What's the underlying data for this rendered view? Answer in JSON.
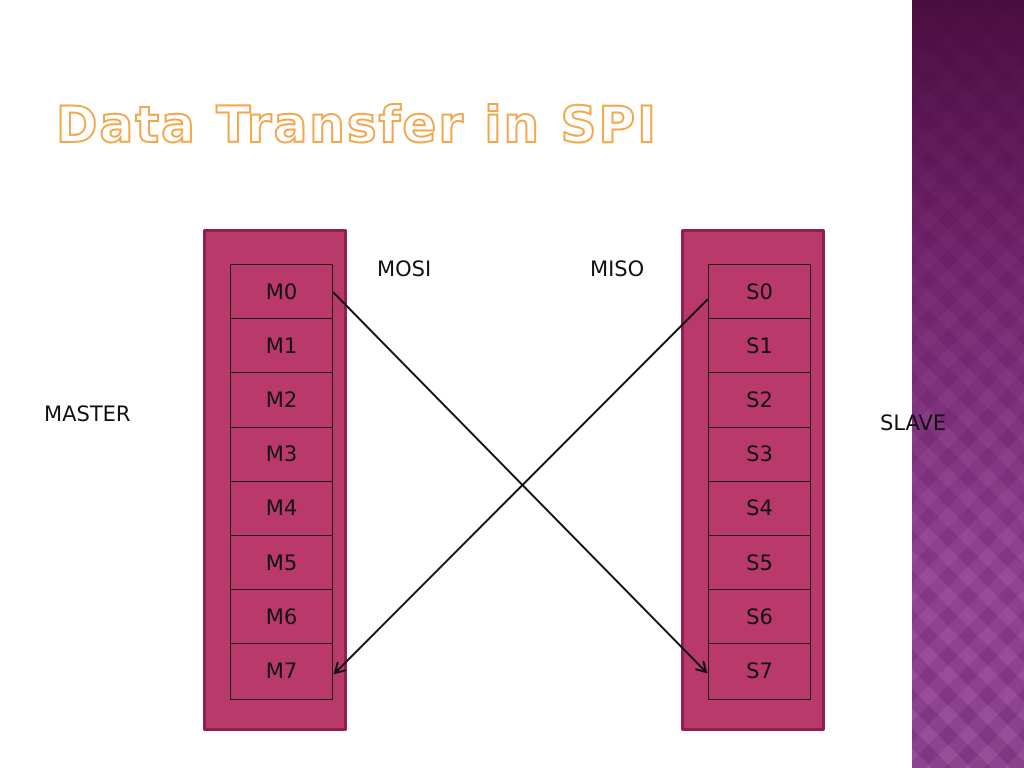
{
  "title": "Data Transfer in SPI",
  "labels": {
    "master": "MASTER",
    "slave": "SLAVE",
    "mosi": "MOSI",
    "miso": "MISO"
  },
  "master_registers": [
    "M0",
    "M1",
    "M2",
    "M3",
    "M4",
    "M5",
    "M6",
    "M7"
  ],
  "slave_registers": [
    "S0",
    "S1",
    "S2",
    "S3",
    "S4",
    "S5",
    "S6",
    "S7"
  ],
  "colors": {
    "panel": "#b8396a",
    "title_outline": "#f3a64a",
    "side_band": "#7a2f7f"
  }
}
